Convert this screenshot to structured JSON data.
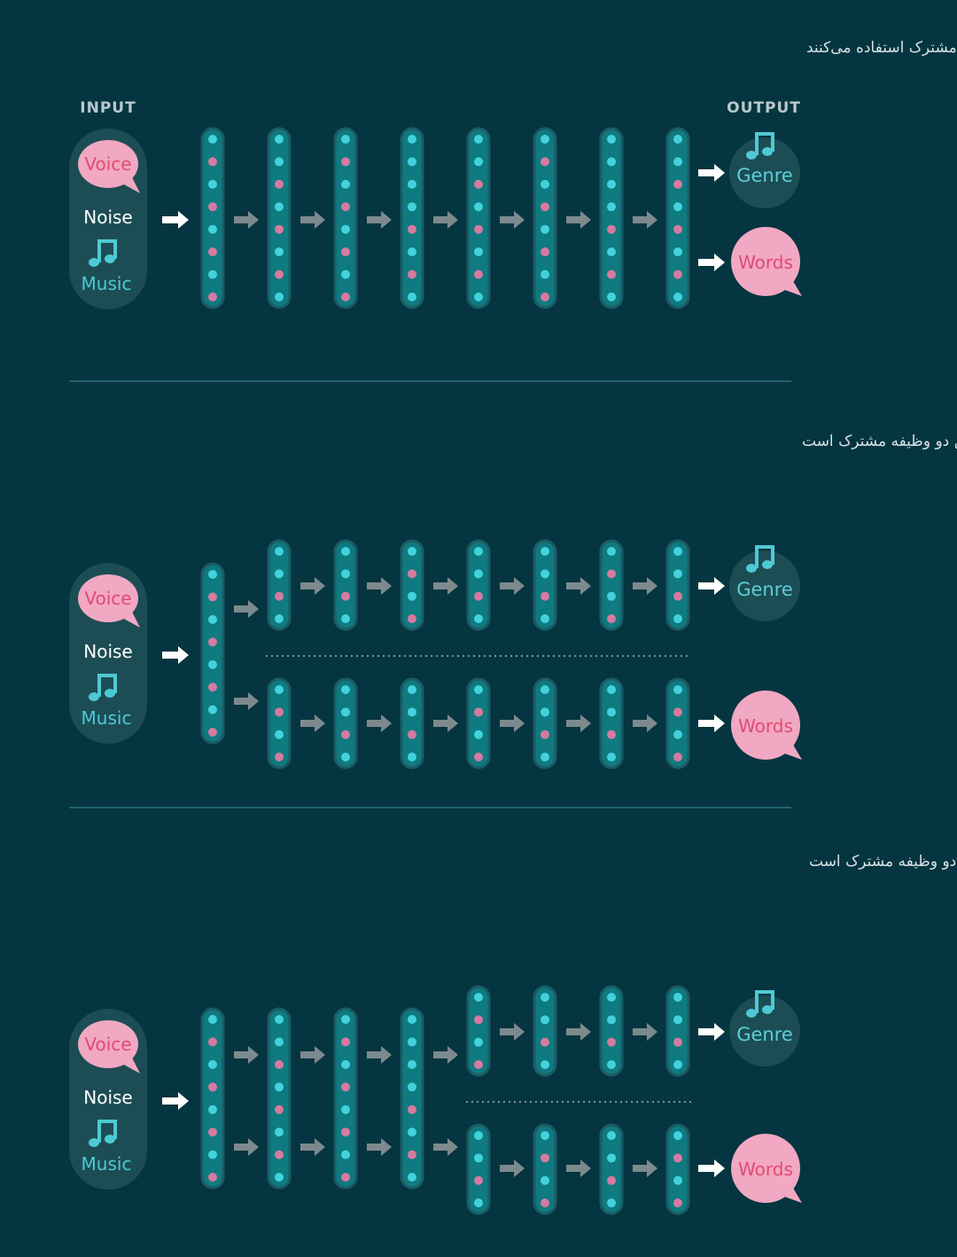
{
  "colors": {
    "background": "#053540",
    "column_fill": "#0f7a80",
    "column_stroke": "#1b5c64",
    "node_cyan": "#43d2dc",
    "node_pink": "#d67aa0",
    "arrow_gray": "#7d8a8d",
    "arrow_white": "#ffffff",
    "voice_bubble": "#f1a8c2",
    "input_pill": "#1c4d54",
    "divider": "#1d6470"
  },
  "labels": {
    "input": "INPUT",
    "output": "OUTPUT",
    "voice": "Voice",
    "noise": "Noise",
    "music": "Music",
    "genre": "Genre",
    "words": "Words"
  },
  "icons": {
    "music": "music-note-icon",
    "speech": "speech-bubble-icon",
    "arrow": "arrow-right-icon"
  },
  "panels": [
    {
      "caption": "دو وظیفه از کل شبکه به‌طور مشترک استفاده می‌کنند",
      "shared_layers": 8
    },
    {
      "caption": "فقط لایه ورودی بین دو وظیفه مشترک است",
      "shared_layers": 1
    },
    {
      "caption": "فقط لایه‌های اولیه بین دو وظیفه مشترک است",
      "shared_layers": 4
    }
  ]
}
